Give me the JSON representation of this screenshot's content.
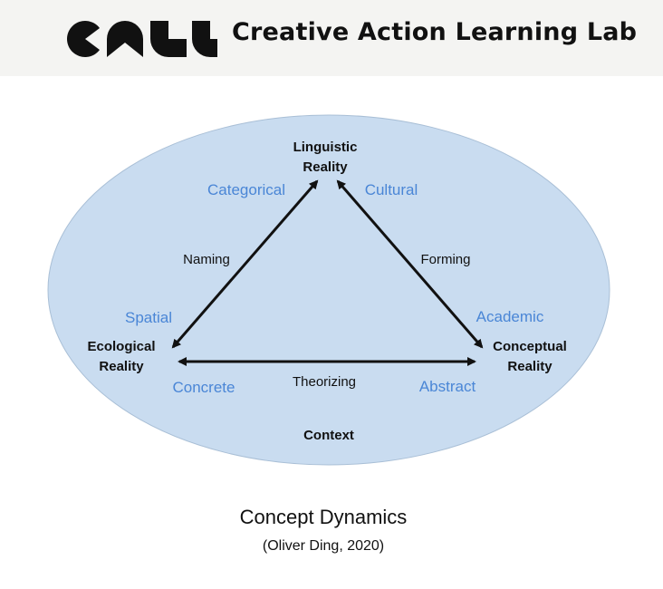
{
  "header": {
    "logo_text": "CALL",
    "title": "Creative Action Learning Lab"
  },
  "diagram": {
    "nodes": {
      "linguistic": [
        "Linguistic",
        "Reality"
      ],
      "ecological": [
        "Ecological",
        "Reality"
      ],
      "conceptual": [
        "Conceptual",
        "Reality"
      ]
    },
    "relations": {
      "naming": "Naming",
      "forming": "Forming",
      "theorizing": "Theorizing"
    },
    "attributes": {
      "categorical": "Categorical",
      "cultural": "Cultural",
      "spatial": "Spatial",
      "academic": "Academic",
      "concrete": "Concrete",
      "abstract": "Abstract"
    },
    "context": "Context",
    "colors": {
      "ellipse_fill": "#c9dcf0",
      "ellipse_stroke": "#a9bfd6",
      "attribute_text": "#4a86d6",
      "arrow": "#111111"
    }
  },
  "caption": {
    "title": "Concept Dynamics",
    "subtitle": "(Oliver Ding, 2020)"
  }
}
